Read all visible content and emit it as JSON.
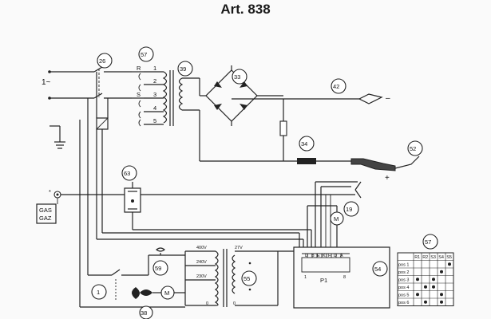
{
  "title": "Art. 838",
  "mains": {
    "phase_symbol": "1~",
    "gas_labels": [
      "GAS",
      "GAZ"
    ]
  },
  "refs": {
    "r57": "57",
    "r26": "26",
    "r39": "39",
    "r33": "33",
    "r42": "42",
    "r34": "34",
    "r52": "52",
    "r63": "63",
    "r19": "19",
    "r59": "59",
    "r55": "55",
    "r54": "54",
    "r1": "1",
    "r38": "38",
    "r57b": "57"
  },
  "switch_letters": {
    "r": "R",
    "s": "S"
  },
  "tap_numbers": [
    "1",
    "2",
    "3",
    "4",
    "5"
  ],
  "polarity": {
    "minus": "–",
    "plus": "+"
  },
  "aux_transformer": {
    "v400": "400V",
    "v240": "240V",
    "v230": "230V",
    "v27": "27V",
    "tap_0a": "0",
    "tap_0b": "0"
  },
  "terminal_letters": [
    "D",
    "B",
    "E",
    "K",
    "F",
    "D",
    "A"
  ],
  "pcb": {
    "label": "P1",
    "pin_left": "1",
    "pin_right": "8"
  },
  "motor_symbol": "M",
  "pos_table": {
    "columns": [
      "R1",
      "R2",
      "S3",
      "S4",
      "S5"
    ],
    "rows": [
      {
        "label": "pos 1",
        "marks": [
          0,
          0,
          0,
          0,
          1
        ]
      },
      {
        "label": "pos 2",
        "marks": [
          0,
          0,
          0,
          1,
          0
        ]
      },
      {
        "label": "pos 3",
        "marks": [
          1,
          0,
          1,
          0,
          0
        ]
      },
      {
        "label": "pos 4",
        "marks": [
          0,
          1,
          1,
          0,
          0
        ]
      },
      {
        "label": "pos 5",
        "marks": [
          1,
          0,
          0,
          1,
          0
        ]
      },
      {
        "label": "pos 6",
        "marks": [
          0,
          1,
          0,
          1,
          0
        ]
      }
    ]
  }
}
